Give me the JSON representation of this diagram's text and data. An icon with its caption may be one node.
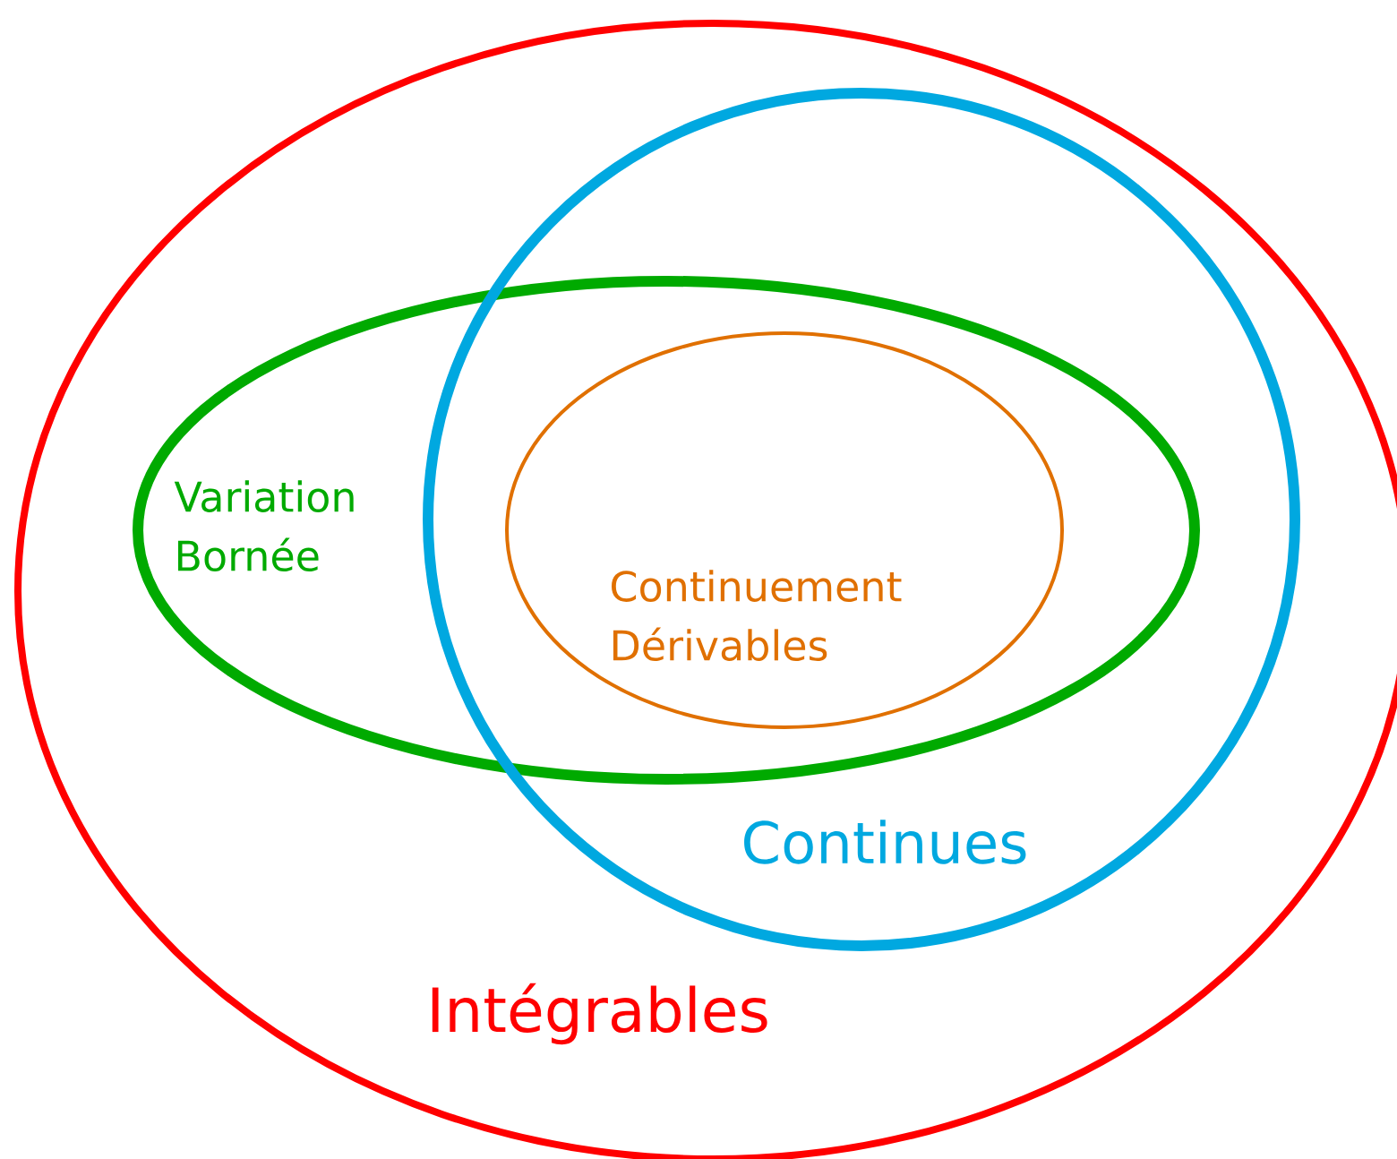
{
  "diagram": {
    "nodes": [
      {
        "text": [
          "Intégrables"
        ]
      },
      {
        "text": [
          "Variation Bornée"
        ],
        "in": 0
      },
      {
        "text": [
          "Continues"
        ],
        "in": 0
      },
      {
        "text": [
          "Continuement Dérivables"
        ]
      }
    ]
  }
}
